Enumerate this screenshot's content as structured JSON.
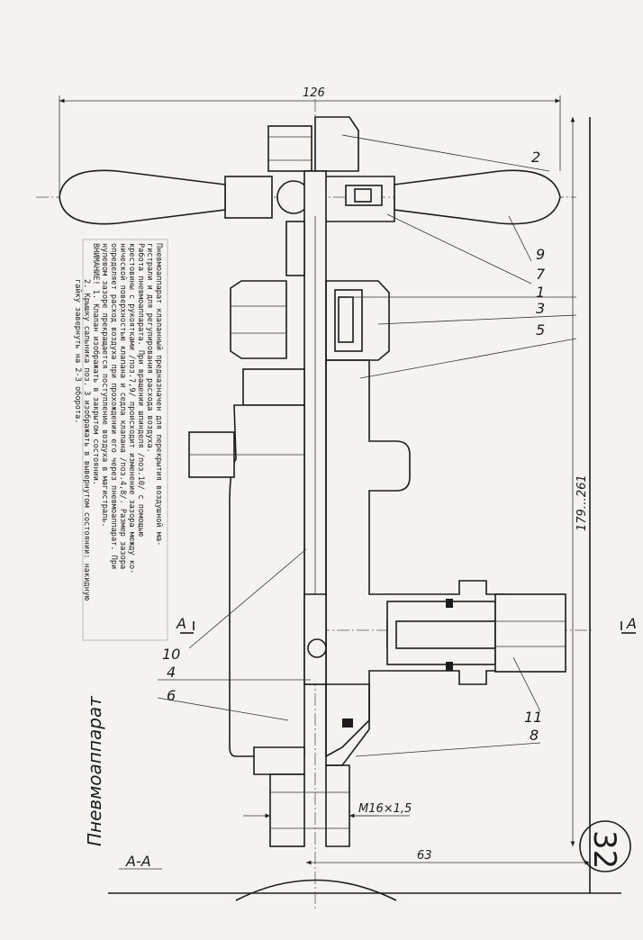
{
  "drawing": {
    "title": "Пневмоаппарат",
    "sheet_number": "32",
    "section_label": "А-А",
    "section_marks": [
      "А",
      "А"
    ],
    "dimensions": {
      "overall_width": "126",
      "height_range": "179…261",
      "bottom_width": "63",
      "thread": "M16×1,5"
    },
    "part_numbers": [
      "2",
      "9",
      "7",
      "1",
      "3",
      "5",
      "10",
      "4",
      "6",
      "11",
      "8"
    ],
    "notes": [
      "Пневмоаппарат клапанный предназначен для перекрытия воздушной ма-",
      "гистрали и для регулирования расхода воздуха.",
      "Работа пневмоаппарата. При вращении шпинделя /поз.10/ с помощью",
      "крестовины с рукоятками /поз.7,9/ происходит изменение зазора между ко-",
      "нической поверхностью клапана и седла клапана /поз.4,8/. Размер зазора",
      "определяет расход воздуха при прохождении его через пневмоаппарат. При",
      "нулевом зазоре прекращается поступление воздуха в магистраль.",
      "ВНИМАНИЕ!  1. Клапан изображать в закрытом состоянии.",
      "2. Крышку сальника поз. 3 изображать в вывернутом состоянии: накидную",
      "гайку завернуть на 2-3 оборота."
    ]
  }
}
